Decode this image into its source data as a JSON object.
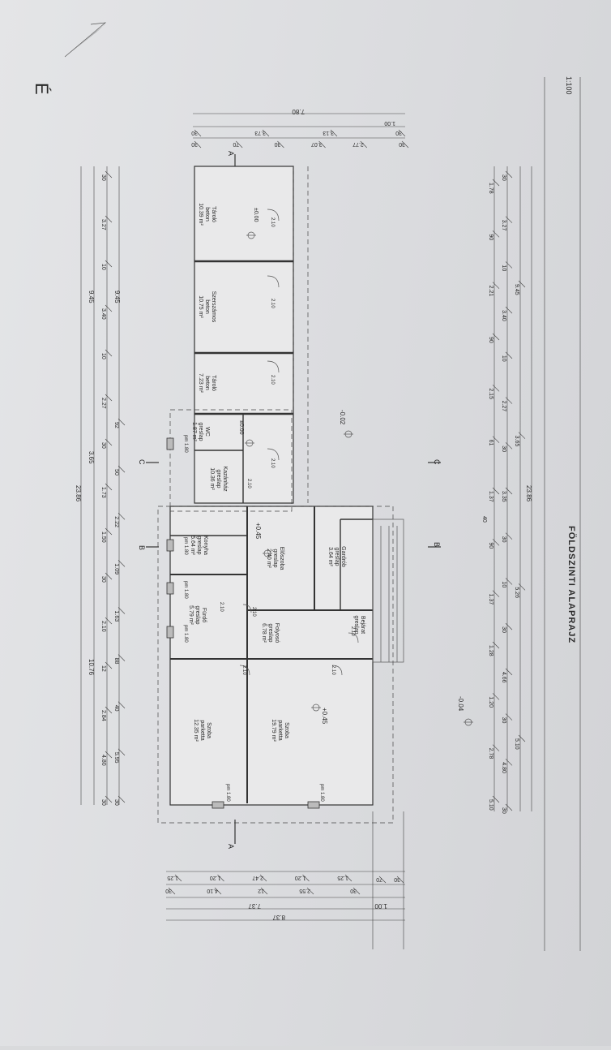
{
  "drawing": {
    "title": "FÖLDSZINTI ALAPRAJZ",
    "scale": "1:100",
    "north_letter": "É"
  },
  "rooms": [
    {
      "name": "Szoba",
      "floor": "parketta",
      "area": "12.35 m²"
    },
    {
      "name": "Szoba",
      "floor": "parketta",
      "area": "19.79 m²"
    },
    {
      "name": "Fürdő",
      "floor": "greslap",
      "area": "5.79 m²"
    },
    {
      "name": "Konyha",
      "floor": "greslap",
      "area": "5.64 m²"
    },
    {
      "name": "Folyosó",
      "floor": "greslap",
      "area": "6.78 m²"
    },
    {
      "name": "Előszoba",
      "floor": "greslap",
      "area": "2.40 m²"
    },
    {
      "name": "Gardrób",
      "floor": "greslap",
      "area": "3.64 m²"
    },
    {
      "name": "Bejárat",
      "floor": "greslap",
      "area": ""
    },
    {
      "name": "Kazánház",
      "floor": "greslap",
      "area": "10.36 m²"
    },
    {
      "name": "WC",
      "floor": "greslap",
      "area": "1.87 m²"
    },
    {
      "name": "Tároló",
      "floor": "beton",
      "area": "7.23 m²"
    },
    {
      "name": "Szerszámos",
      "floor": "beton",
      "area": "10.75 m²"
    },
    {
      "name": "Tároló",
      "floor": "beton",
      "area": "10.39 m²"
    }
  ],
  "levels": {
    "inside_1": "+0.45",
    "inside_2": "+0.45",
    "inside_3": "±0.00",
    "inside_4": "±0.00",
    "outside_1": "-0.02",
    "outside_2": "-0.04"
  },
  "dims": {
    "top_row1": [
      "30",
      "4.80",
      "2.84",
      "12",
      "2.10",
      "30",
      "1.50",
      "1.73",
      "30",
      "2.27",
      "10",
      "3.40",
      "10",
      "3.27",
      "30"
    ],
    "top_row2": [
      "30",
      "5.95",
      "40",
      "88",
      "1.63",
      "1.09",
      "2.22",
      "50",
      "92"
    ],
    "top_row3": [
      "10.76",
      "3.65",
      "9.45"
    ],
    "top_row4": [
      "9.45"
    ],
    "top_total": "23.86",
    "bottom_row1": [
      "5.10",
      "2.78",
      "1.20",
      "1.28",
      "1.37",
      "90",
      "1.37",
      "61",
      "2.15",
      "90",
      "2.21",
      "90",
      "1.78"
    ],
    "bottom_row2": [
      "30",
      "4.80",
      "30",
      "4.66",
      "30",
      "10",
      "30",
      "3.35",
      "30",
      "2.27",
      "10",
      "3.40",
      "10",
      "3.27",
      "30"
    ],
    "bottom_row3": [
      "5.10",
      "5.26",
      "3.65",
      "9.45"
    ],
    "bottom_total": "23.86",
    "bottom_40": "40",
    "left_row1": [
      "1.25",
      "1.20",
      "2.47",
      "1.20",
      "1.25"
    ],
    "left_row2": [
      "30",
      "2.55",
      "12",
      "4.10",
      "30"
    ],
    "left_row3": [
      "30",
      "70"
    ],
    "left_total1": "7.37",
    "left_total2": "8.37",
    "left_edge": "1.00",
    "right_row1": [
      "30",
      "3.13",
      "3.73",
      "30"
    ],
    "right_row2": [
      "30",
      "2.77",
      "3.07",
      "30",
      "70",
      "30"
    ],
    "right_total": "7.80",
    "right_100": "1.00"
  },
  "section_marks": [
    "A",
    "A",
    "B",
    "B",
    "C",
    "C"
  ],
  "door_labels": [
    "2.10",
    "2.10",
    "2.10",
    "2.10",
    "2.10",
    "2.10",
    "2.10",
    "2.10",
    "2.10",
    "2.10"
  ],
  "window_labels": [
    "pm 1.80",
    "pm 1.80",
    "pm 1.80",
    "pm 1.80",
    "pm 1.80",
    "pm 1.80"
  ]
}
